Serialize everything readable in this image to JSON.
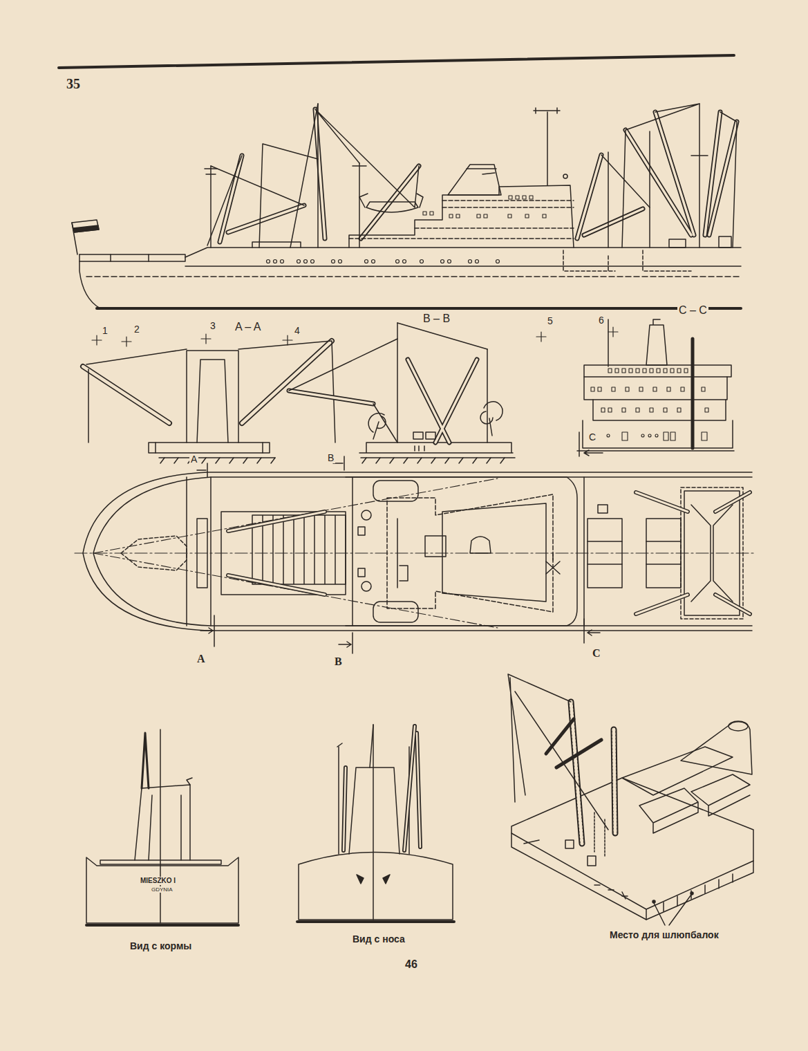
{
  "diagram": {
    "labels": [
      "35",
      "1",
      "2",
      "3",
      "A – A",
      "4",
      "B – B",
      "5",
      "6",
      "C – C",
      "A",
      "B",
      "C",
      "A",
      "B",
      "C",
      "MIESZKO I",
      "GDYNIA",
      "Вид с кормы",
      "Вид с носа",
      "Место для шлюпбалок",
      "46"
    ]
  }
}
